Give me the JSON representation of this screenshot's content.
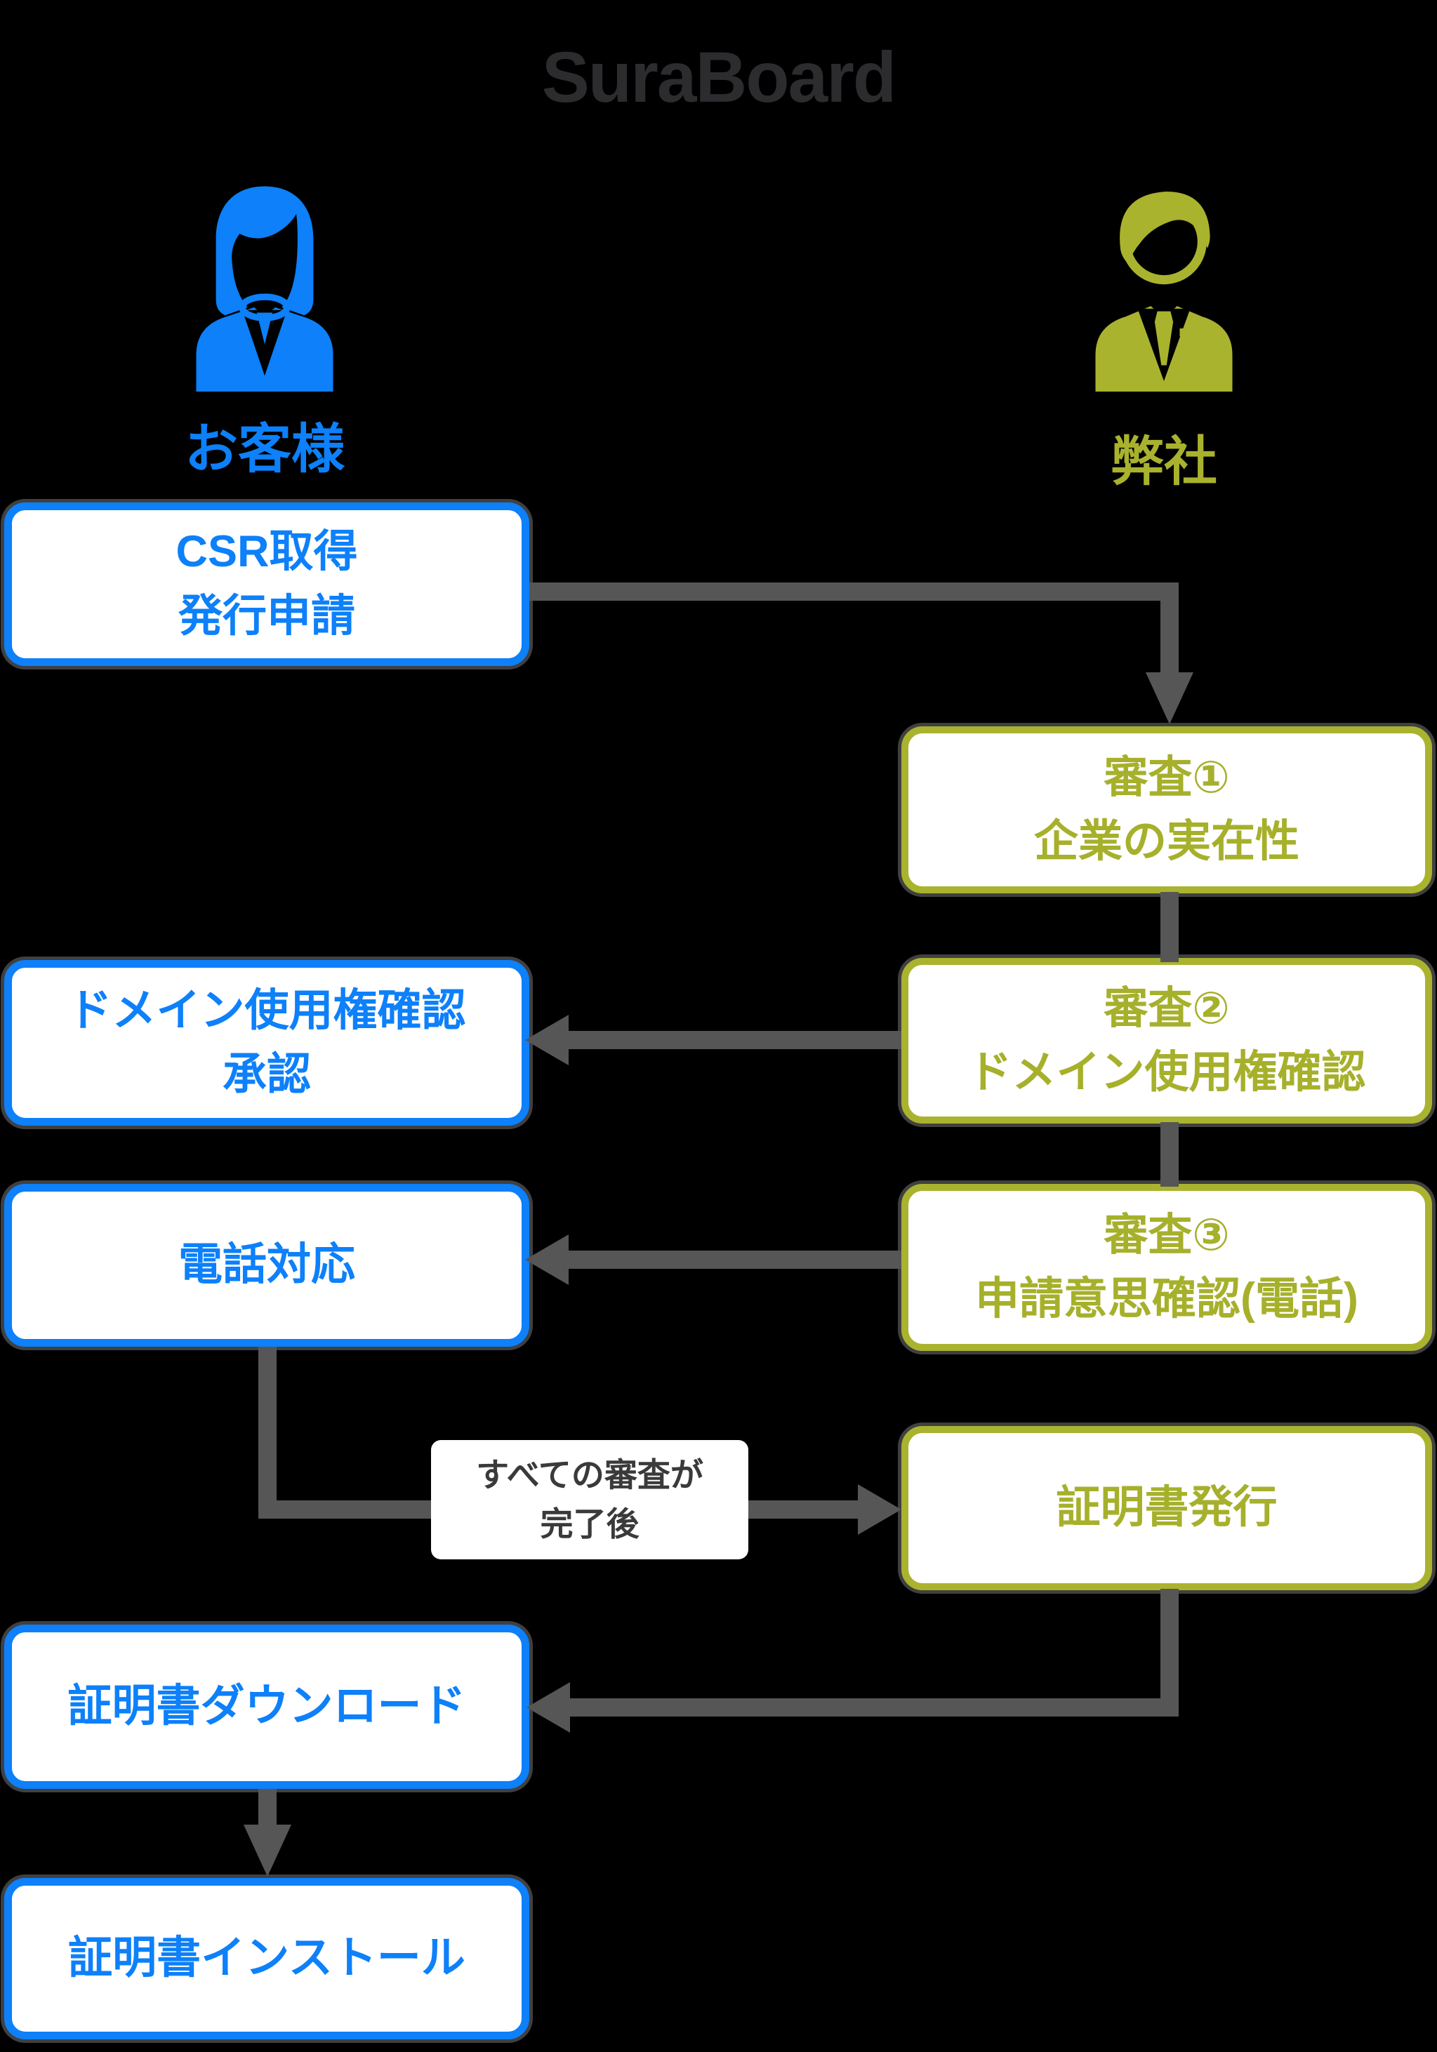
{
  "title": "SuraBoard",
  "colors": {
    "customer_blue": "#0d80fa",
    "company_olive": "#aab32e",
    "arrow_gray": "#565656",
    "title_text": "#2c2c2f",
    "note_text": "#3a3a3a",
    "box_background": "#ffffff",
    "page_background": "#000000"
  },
  "actors": {
    "customer": {
      "label": "お客様",
      "icon": "businesswoman-icon"
    },
    "company": {
      "label": "弊社",
      "icon": "businessman-icon"
    }
  },
  "flow": {
    "csr": {
      "line1": "CSR取得",
      "line2": "発行申請"
    },
    "review1": {
      "line1": "審査①",
      "line2": "企業の実在性"
    },
    "domain_approve": {
      "line1": "ドメイン使用権確認",
      "line2": "承認"
    },
    "review2": {
      "line1": "審査②",
      "line2": "ドメイン使用権確認"
    },
    "phone": {
      "line1": "電話対応"
    },
    "review3": {
      "line1": "審査③",
      "line2": "申請意思確認(電話)"
    },
    "issue": {
      "line1": "証明書発行"
    },
    "note": {
      "line1": "すべての審査が",
      "line2": "完了後"
    },
    "download": {
      "line1": "証明書ダウンロード"
    },
    "install": {
      "line1": "証明書インストール"
    }
  }
}
